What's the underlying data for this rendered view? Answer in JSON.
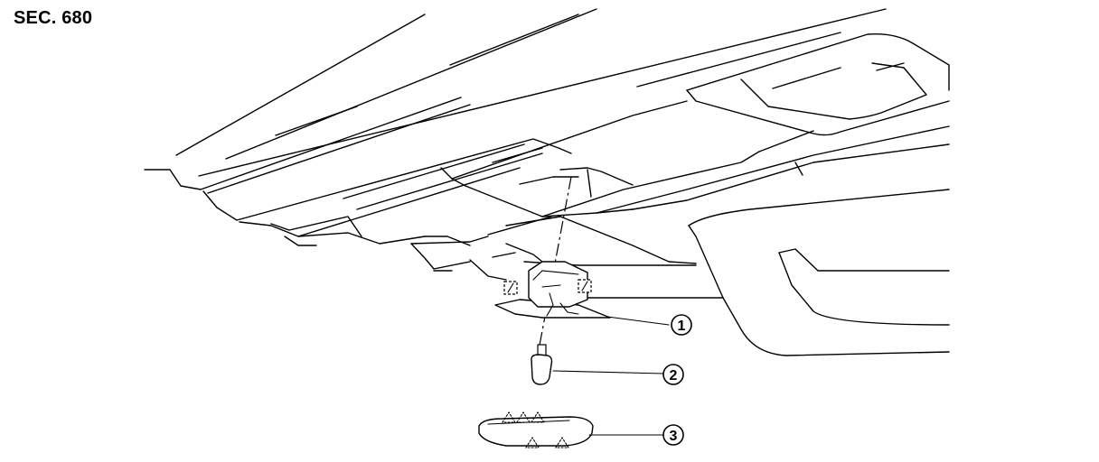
{
  "section": {
    "label": "SEC. 680"
  },
  "callouts": [
    {
      "number": "1"
    },
    {
      "number": "2"
    },
    {
      "number": "3"
    }
  ]
}
